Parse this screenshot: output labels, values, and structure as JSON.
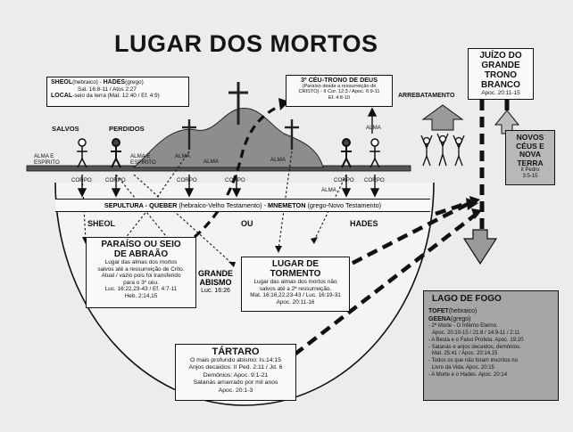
{
  "title": "LUGAR DOS MORTOS",
  "sheol_box": {
    "line1_a": "SHEOL",
    "line1_b": "(hebraico) - ",
    "line1_c": "HADES",
    "line1_d": "(grego)",
    "line2": "Sal. 16:8-11 / Atos 2:27",
    "line3_a": "LOCAL",
    "line3_b": "-seio da terra (Mat. 12:40 / Ef. 4:9)"
  },
  "heaven_box": {
    "title": "3º CÉU-TRONO DE DEUS",
    "line2": "(Paraíso desde a ressurreição de",
    "line3": "CRISTO) - II Cor. 12:3 / Apoc. 6:9-11",
    "line4": "Ef. 4:8-10"
  },
  "judgment_box": {
    "line1": "JUÍZO DO",
    "line2": "GRANDE",
    "line3": "TRONO",
    "line4": "BRANCO",
    "ref": "Apoc. 20:11-15"
  },
  "new_heavens_box": {
    "line1": "NOVOS",
    "line2": "CÉUS E",
    "line3": "NOVA",
    "line4": "TERRA",
    "ref1": "II Pedro",
    "ref2": "3:5-15"
  },
  "figures": {
    "salvos": "SALVOS",
    "perdidos": "PERDIDOS",
    "arrebatamento": "ARREBATAMENTO",
    "alma_e_espirito_1": "ALMA E",
    "alma_e_espirito_1b": "ESPÍRITO",
    "alma_e_espirito_2": "ALMA E",
    "alma_e_espirito_2b": "ESPÍRITO",
    "alma": "ALMA",
    "corpo": "CORPO"
  },
  "sepultura_band": {
    "a": "SEPULTURA - ",
    "b": "QUEBER",
    "c": " (hebraico-Velho Testamento) - ",
    "d": "MNEMETON",
    "e": " (grego-Novo Testamento)"
  },
  "underworld": {
    "sheol": "SHEOL",
    "ou": "OU",
    "hades": "HADES",
    "grande": "GRANDE",
    "abismo": "ABISMO",
    "abismo_ref": "Luc. 16:26"
  },
  "paraiso_box": {
    "title1": "PARAÍSO OU SEIO",
    "title2": "DE ABRAÃO",
    "l1": "Lugar das almas dos mortos",
    "l2": "salvos até a ressurreição de Crito.",
    "l3": "Atual / vazio pois foi transferido",
    "l4": "para o 3º céu.",
    "l5": "Luc. 16:22,23-43 / Ef. 4:7-11",
    "l6": "Heb. 2:14,15"
  },
  "tormento_box": {
    "title1": "LUGAR DE",
    "title2": "TORMENTO",
    "l1": "Lugar das almas dos mortos não",
    "l2": "salvos até a 2ª ressurreição.",
    "l3": "Mat. 16:16,22,23-43 / Luc. 16:19-31",
    "l4": "Apoc. 20:11-16"
  },
  "tartaro_box": {
    "title": "TÁRTARO",
    "l1": "O mais profundo abismo: Is.14:15",
    "l2": "Anjos decaídos: II Ped. 2:11 / Jd. 6",
    "l3": "Demônios: Apoc. 9:1-21",
    "l4": "Satanás amarrado por mil anos",
    "l5": "Apoc. 20:1-3"
  },
  "lago_box": {
    "title": "LAGO DE FOGO",
    "tofet": "TOFET",
    "tofet_lang": "(hebraico)",
    "geena": "GEENA",
    "geena_lang": "(grego)",
    "l1": "- 2ª Morte - O Inferno Eterno.",
    "l2": "Apoc. 20:10-15 / 21:8 / 14:9-11 / 2:11",
    "l3": "- A Besta e o Falso Profeta. Apoc. 19:20",
    "l4": "- Satanás e anjos decaídos, demônios.",
    "l5": "Mat. 25:41 / Apoc. 20:14,15",
    "l6": "- Todos os que não foram inscritos no",
    "l7": "Livro da Vida. Apoc. 20:15",
    "l8": "- A Morte e o Hades. Apoc. 20:14"
  }
}
